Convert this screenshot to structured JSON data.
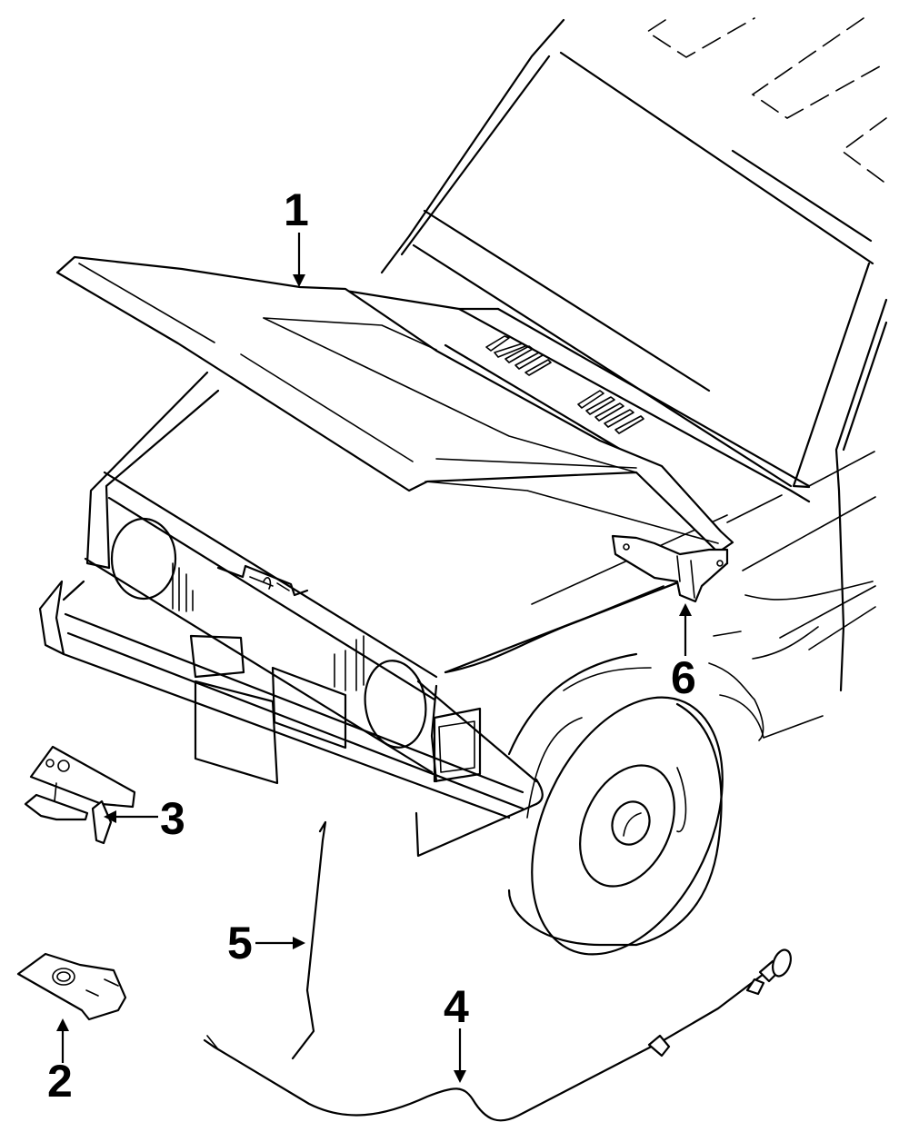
{
  "diagram": {
    "subject": "Hood & components parts diagram",
    "stroke_color": "#000000",
    "background_color": "#ffffff",
    "callouts": [
      {
        "number": "1",
        "part": "hood"
      },
      {
        "number": "2",
        "part": "hood-latch"
      },
      {
        "number": "3",
        "part": "hood-lock-striker"
      },
      {
        "number": "4",
        "part": "release-cable"
      },
      {
        "number": "5",
        "part": "prop-rod"
      },
      {
        "number": "6",
        "part": "hood-hinge"
      }
    ]
  }
}
